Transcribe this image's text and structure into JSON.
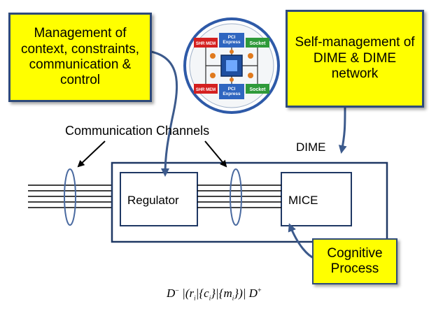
{
  "callouts": {
    "management": "Management of\ncontext, constraints,\ncommunication &\ncontrol",
    "self_management": "Self-management of\nDIME & DIME\nnetwork",
    "cognitive": "Cognitive\nProcess"
  },
  "labels": {
    "communication_channels": "Communication Channels",
    "dime": "DIME",
    "regulator": "Regulator",
    "mice": "MICE"
  },
  "chip": {
    "shr_mem_top": "SHR MEM",
    "pci_express_top": "PCI\nExpress",
    "socket_top": "Socket",
    "shr_mem_bottom": "SHR MEM",
    "pci_express_bottom": "PCI\nExpress",
    "socket_bottom": "Socket"
  },
  "formula": {
    "d": "D",
    "minus": "−",
    "plus": "+",
    "r": "r",
    "c": "c",
    "m": "m",
    "i": "i"
  },
  "colors": {
    "callout_fill": "#ffff00",
    "callout_border": "#2e4a7a",
    "arrow": "#3c5a8c",
    "box_border": "#1f3864"
  }
}
